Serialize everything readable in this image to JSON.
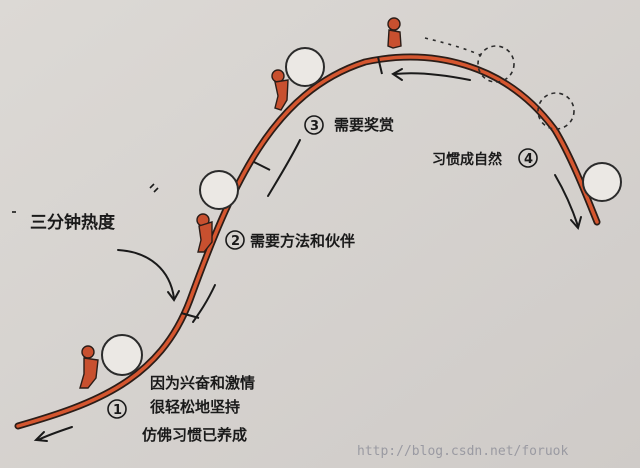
{
  "colors": {
    "paper": "#d6d3d0",
    "curve_outer": "#2b1d18",
    "curve_fill": "#d5562f",
    "figure": "#c8502f",
    "ink": "#1a1a1a"
  },
  "labels": {
    "enthusiasm": "三分钟热度",
    "stage1_number": "1",
    "stage1_line1": "因为兴奋和激情",
    "stage1_line2": "很轻松地坚持",
    "stage1_line3": "仿佛习惯已养成",
    "stage2_number": "2",
    "stage2_text": "需要方法和伙伴",
    "stage3_number": "3",
    "stage3_text": "需要奖赏",
    "stage4_text": "习惯成自然",
    "stage4_number": "4"
  },
  "watermark": "http://blog.csdn.net/foruok"
}
